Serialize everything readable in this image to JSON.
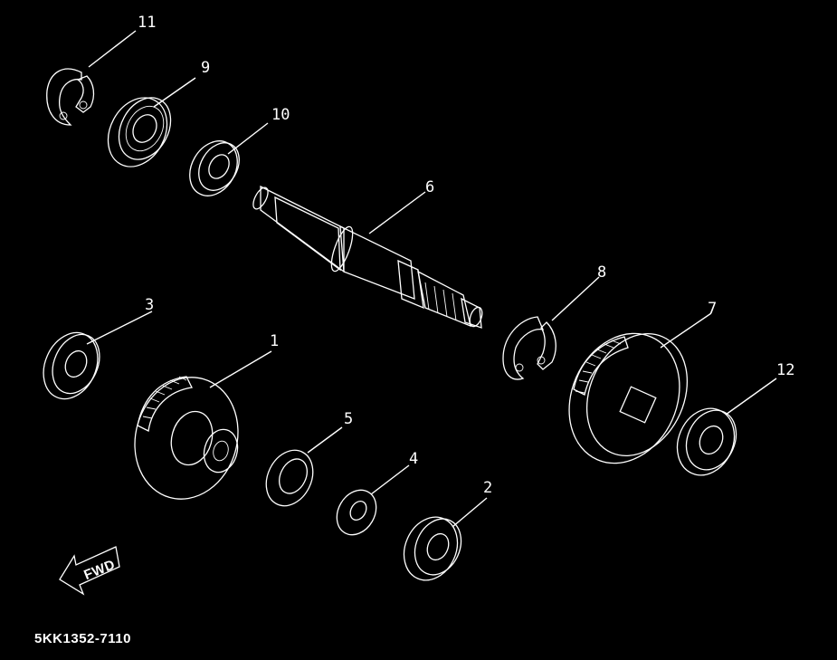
{
  "part_number": "5KK1352-7110",
  "arrow_text": "FWD",
  "callouts": {
    "c1": "1",
    "c2": "2",
    "c3": "3",
    "c4": "4",
    "c5": "5",
    "c6": "6",
    "c7": "7",
    "c8": "8",
    "c9": "9",
    "c10": "10",
    "c11": "11",
    "c12": "12"
  },
  "colors": {
    "background": "#000000",
    "line": "#ffffff"
  }
}
